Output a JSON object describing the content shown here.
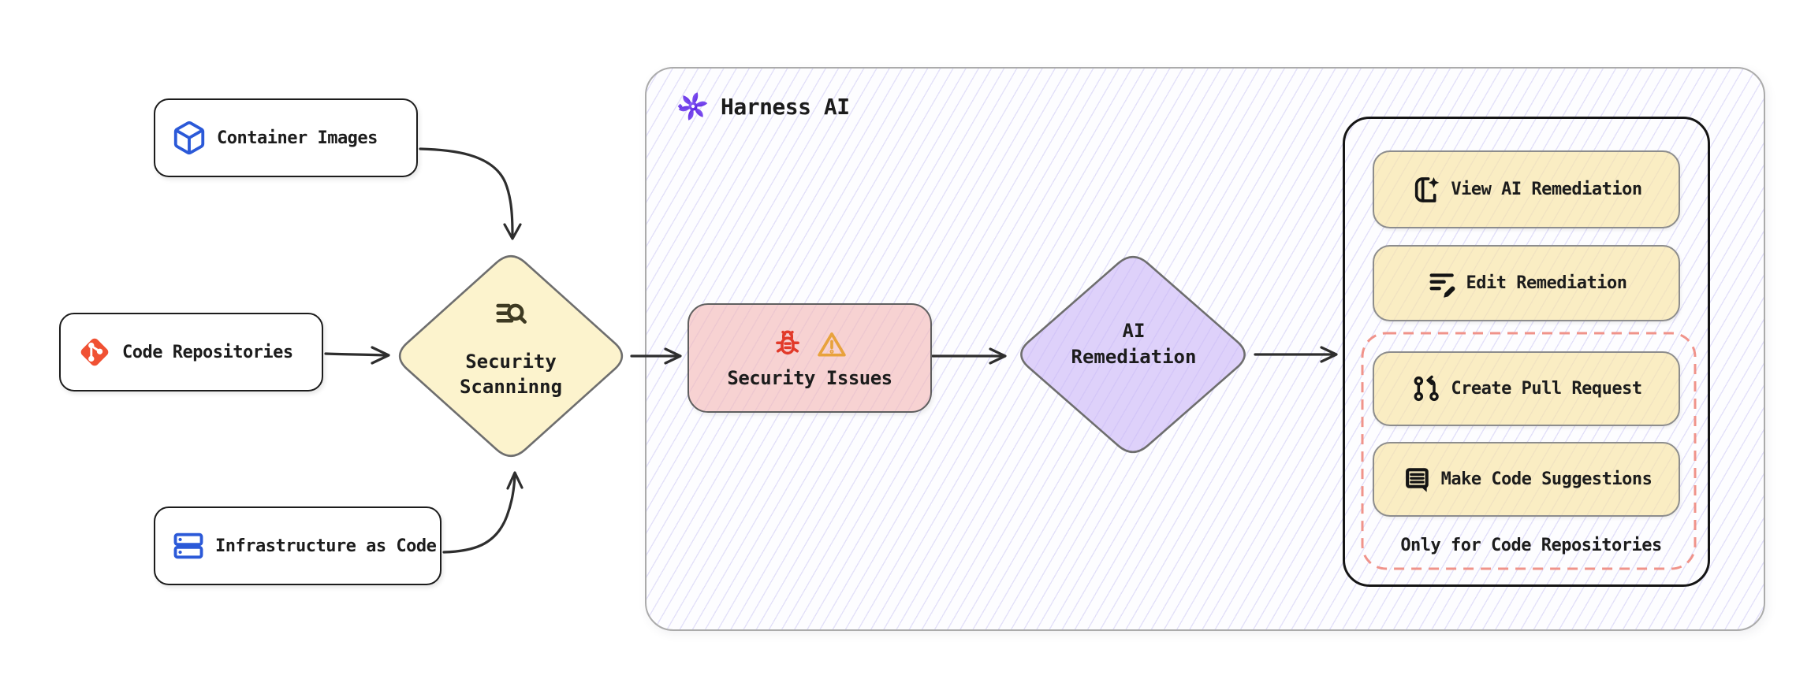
{
  "diagram": {
    "title": "Harness AI security scanning flow",
    "sources": {
      "container_images": {
        "label": "Container Images",
        "icon": "cube-icon"
      },
      "code_repositories": {
        "label": "Code Repositories",
        "icon": "git-icon"
      },
      "infrastructure_as_code": {
        "label": "Infrastructure as Code",
        "icon": "server-stack-icon"
      }
    },
    "scanning": {
      "line1": "Security",
      "line2": "Scanninng",
      "icon": "scan-search-icon"
    },
    "harness": {
      "title": "Harness AI",
      "icon": "harness-ai-icon"
    },
    "security_issues": {
      "label": "Security Issues",
      "icons": [
        "bug-icon",
        "warning-triangle-icon"
      ]
    },
    "ai_remediation": {
      "line1": "AI",
      "line2": "Remediation"
    },
    "actions": {
      "view": {
        "label": "View AI Remediation",
        "icon": "book-sparkle-icon"
      },
      "edit": {
        "label": "Edit Remediation",
        "icon": "edit-lines-icon"
      },
      "create_pr": {
        "label": "Create Pull Request",
        "icon": "pull-request-icon"
      },
      "suggest": {
        "label": "Make Code Suggestions",
        "icon": "code-suggestion-icon"
      }
    },
    "restriction_note": "Only for Code Repositories"
  },
  "theme": {
    "accent-yellow": "#f8e5a6",
    "accent-pink": "#f4b8b6",
    "accent-lavender": "#c9b4f6",
    "dashed-group-red": "#f0938a",
    "icon-blue": "#2b59d8",
    "git-red": "#f05133",
    "bug-red": "#e23a2a",
    "warning-orange": "#e8a23c",
    "harness-purple": "#6b3bf0",
    "hatch-line": "#c8c4ee"
  }
}
